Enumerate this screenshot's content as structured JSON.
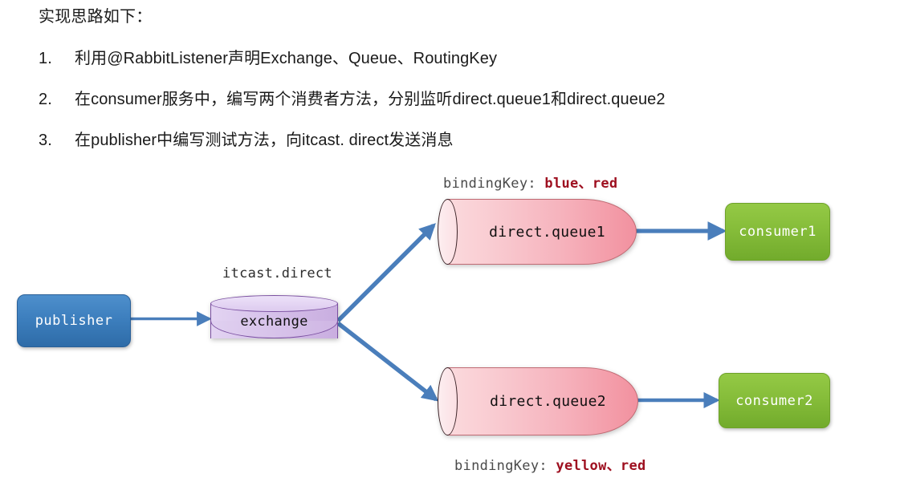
{
  "intro": "实现思路如下：",
  "steps": [
    {
      "num": "1.",
      "text": "利用@RabbitListener声明Exchange、Queue、RoutingKey"
    },
    {
      "num": "2.",
      "text": "在consumer服务中，编写两个消费者方法，分别监听direct.queue1和direct.queue2"
    },
    {
      "num": "3.",
      "text": "在publisher中编写测试方法，向itcast. direct发送消息"
    }
  ],
  "diagram": {
    "publisher": {
      "label": "publisher"
    },
    "exchange": {
      "label": "exchange",
      "name_label": "itcast.direct"
    },
    "queues": [
      {
        "label": "direct.queue1"
      },
      {
        "label": "direct.queue2"
      }
    ],
    "consumers": [
      {
        "label": "consumer1"
      },
      {
        "label": "consumer2"
      }
    ],
    "bindings": [
      {
        "prefix": "bindingKey: ",
        "keys": "blue、red"
      },
      {
        "prefix": "bindingKey: ",
        "keys": "yellow、red"
      }
    ],
    "colors": {
      "publisher_fill": "#3d7fbe",
      "consumer_fill": "#86bd3a",
      "exchange_fill": "#d4bfe8",
      "queue_fill": "#f6b3bd",
      "arrow": "#4a7ebb",
      "binding_key_text": "#9e1020",
      "binding_label_text": "#4a4a4a"
    },
    "arrows": [
      {
        "name": "publisher-to-exchange"
      },
      {
        "name": "exchange-to-queue1"
      },
      {
        "name": "exchange-to-queue2"
      },
      {
        "name": "queue1-to-consumer1"
      },
      {
        "name": "queue2-to-consumer2"
      }
    ]
  }
}
